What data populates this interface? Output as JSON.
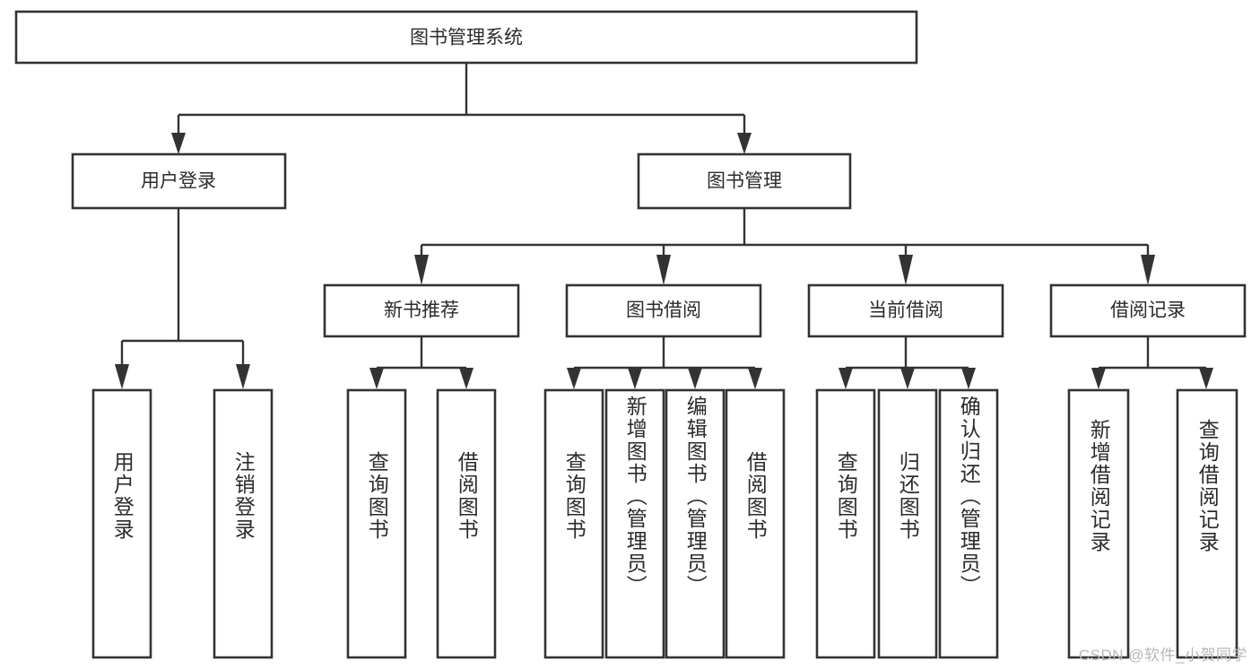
{
  "diagram": {
    "type": "tree-hierarchy-flowchart",
    "root": {
      "label": "图书管理系统"
    },
    "level1": [
      {
        "id": "user-login",
        "label": "用户登录"
      },
      {
        "id": "book-management",
        "label": "图书管理"
      }
    ],
    "level2": [
      {
        "id": "new-book-recommend",
        "label": "新书推荐",
        "parent": "book-management"
      },
      {
        "id": "book-borrow",
        "label": "图书借阅",
        "parent": "book-management"
      },
      {
        "id": "current-borrow",
        "label": "当前借阅",
        "parent": "book-management"
      },
      {
        "id": "borrow-record",
        "label": "借阅记录",
        "parent": "book-management"
      }
    ],
    "leaves": [
      {
        "id": "leaf-user-login",
        "label": "用户登录",
        "parent": "user-login"
      },
      {
        "id": "leaf-logout-login",
        "label": "注销登录",
        "parent": "user-login"
      },
      {
        "id": "leaf-query-book-1",
        "label": "查询图书",
        "parent": "new-book-recommend"
      },
      {
        "id": "leaf-borrow-book-1",
        "label": "借阅图书",
        "parent": "new-book-recommend"
      },
      {
        "id": "leaf-query-book-2",
        "label": "查询图书",
        "parent": "book-borrow"
      },
      {
        "id": "leaf-add-book",
        "label": "新增图书（管理员）",
        "parent": "book-borrow"
      },
      {
        "id": "leaf-edit-book",
        "label": "编辑图书（管理员）",
        "parent": "book-borrow"
      },
      {
        "id": "leaf-borrow-book-2",
        "label": "借阅图书",
        "parent": "book-borrow"
      },
      {
        "id": "leaf-query-book-3",
        "label": "查询图书",
        "parent": "current-borrow"
      },
      {
        "id": "leaf-return-book",
        "label": "归还图书",
        "parent": "current-borrow"
      },
      {
        "id": "leaf-confirm-return",
        "label": "确认归还（管理员）",
        "parent": "current-borrow"
      },
      {
        "id": "leaf-add-record",
        "label": "新增借阅记录",
        "parent": "borrow-record"
      },
      {
        "id": "leaf-query-record",
        "label": "查询借阅记录",
        "parent": "borrow-record"
      }
    ],
    "colors": {
      "box_stroke": "#333333",
      "box_fill": "#ffffff",
      "text": "#2b2b2b",
      "connector": "#333333",
      "watermark": "#b8b8b8",
      "background": "#ffffff"
    }
  },
  "watermark": {
    "text": "CSDN @软件_小贺同学"
  }
}
